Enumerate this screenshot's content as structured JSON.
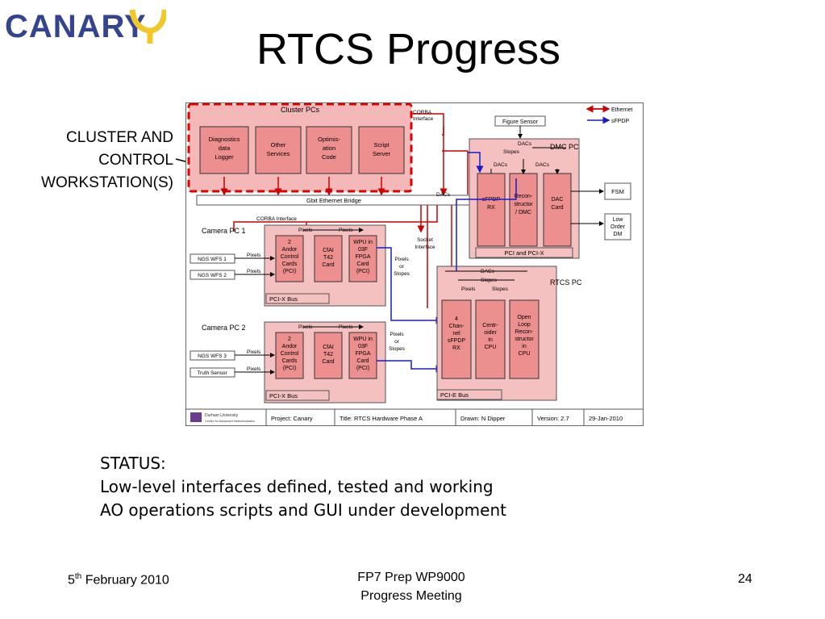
{
  "logo": {
    "text": "CANARY",
    "colors": {
      "letters": "#34458f",
      "yellow": "#f1c72a"
    }
  },
  "title": "RTCS Progress",
  "callout": {
    "lines": [
      "CLUSTER AND",
      "CONTROL",
      "WORKSTATION(S)"
    ]
  },
  "diagram": {
    "legend": {
      "ethernet": "Ethernet",
      "sfpdp": "sFPDP"
    },
    "cluster": {
      "title": "Cluster PCs",
      "boxes": [
        {
          "lines": [
            "Diagnostics",
            "data",
            "Logger"
          ]
        },
        {
          "lines": [
            "Other",
            "Services"
          ]
        },
        {
          "lines": [
            "Optimis-",
            "ation",
            "Code"
          ]
        },
        {
          "lines": [
            "Script",
            "Server"
          ]
        }
      ]
    },
    "corba_top": [
      "CORBA",
      "Interface"
    ],
    "figure_sensor": "Figure Sensor",
    "gbit_bridge": "Gbit Ethernet Bridge",
    "corba_cam": "CORBA Interface",
    "dacs_label": "DACs",
    "socket_interface": [
      "Socket",
      "Interface"
    ],
    "dmc": {
      "title": "DMC PC",
      "dacs": "DACs",
      "slopes": "Slopes",
      "dacs_left": "DACs",
      "dacs_right": "DACs",
      "boxes": [
        {
          "lines": [
            "sFPDP",
            "RX"
          ]
        },
        {
          "lines": [
            "Recon-",
            "structor",
            "/ DMC"
          ]
        },
        {
          "lines": [
            "DAC",
            "Card"
          ]
        }
      ],
      "bus": "PCI and PCI-X",
      "outputs": [
        {
          "lines": [
            "FSM"
          ]
        },
        {
          "lines": [
            "Low",
            "Order",
            "DM"
          ]
        }
      ]
    },
    "cam1": {
      "title": "Camera PC 1",
      "pixels": "Pixels",
      "boxes": [
        {
          "lines": [
            "2",
            "Andor",
            "Control",
            "Cards",
            "(PCI)"
          ]
        },
        {
          "lines": [
            "CfAI",
            "T42",
            "Card"
          ]
        },
        {
          "lines": [
            "WPU in",
            "03F",
            "FPGA",
            "Card",
            "(PCI)"
          ]
        }
      ],
      "bus": "PCI-X Bus",
      "inputs": [
        "NGS WFS 1",
        "NGS WFS 2"
      ],
      "side": [
        "Pixels",
        "or",
        "Slopes"
      ]
    },
    "cam2": {
      "title": "Camera PC 2",
      "pixels": "Pixels",
      "boxes": [
        {
          "lines": [
            "2",
            "Andor",
            "Control",
            "Cards",
            "(PCI)"
          ]
        },
        {
          "lines": [
            "CfAI",
            "T42",
            "Card"
          ]
        },
        {
          "lines": [
            "WPU in",
            "03F",
            "FPGA",
            "Card",
            "(PCI)"
          ]
        }
      ],
      "bus": "PCI-X Bus",
      "inputs": [
        "NGS WFS 3",
        "Truth Sensor"
      ],
      "side": [
        "Pixels",
        "or",
        "Slopes"
      ]
    },
    "rtcs": {
      "title": "RTCS PC",
      "dacs": "DACs",
      "slopes": "Slopes",
      "pixels": "Pixels",
      "slopes2": "Slopes",
      "boxes": [
        {
          "lines": [
            "4",
            "Chan-",
            "nel",
            "sFPDP",
            "RX"
          ]
        },
        {
          "lines": [
            "Centr-",
            "oider",
            "In",
            "CPU"
          ]
        },
        {
          "lines": [
            "Open",
            "Loop",
            "Recon-",
            "structor",
            "in",
            "CPU"
          ]
        }
      ],
      "bus": "PCI-E Bus"
    },
    "footer": {
      "org": [
        "Durham University",
        "Centre for Advanced Instrumentation"
      ],
      "project": "Project: Canary",
      "doc_title": "Title: RTCS Hardware Phase A",
      "drawn": "Drawn: N Dipper",
      "version": "Version: 2.7",
      "date": "29-Jan-2010"
    }
  },
  "status": {
    "heading": "STATUS:",
    "lines": [
      "Low-level interfaces defined, tested and working",
      "AO operations scripts and GUI under development"
    ]
  },
  "footer": {
    "date_main": "5",
    "date_sup": "th",
    "date_rest": " February 2010",
    "center_lines": [
      "FP7 Prep WP9000",
      "Progress Meeting"
    ],
    "page": "24"
  }
}
